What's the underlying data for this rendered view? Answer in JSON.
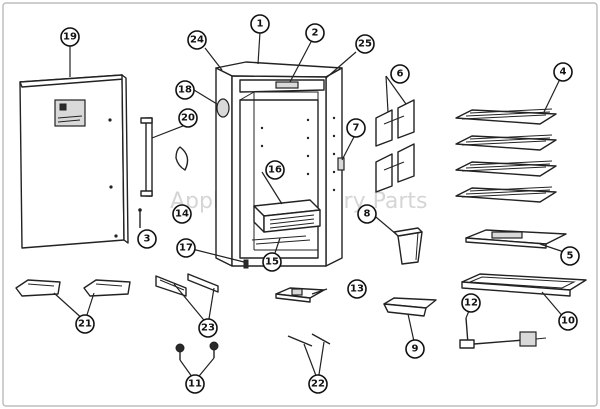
{
  "watermark": "Appliance Factory Parts",
  "callouts": {
    "c1": "1",
    "c2": "2",
    "c3": "3",
    "c4": "4",
    "c5": "5",
    "c6": "6",
    "c7": "7",
    "c8": "8",
    "c9": "9",
    "c10": "10",
    "c11": "11",
    "c12": "12",
    "c13": "13",
    "c14": "14",
    "c15": "15",
    "c16": "16",
    "c17": "17",
    "c18": "18",
    "c19": "19",
    "c20": "20",
    "c21": "21",
    "c22": "22",
    "c23": "23",
    "c24": "24",
    "c25": "25"
  }
}
